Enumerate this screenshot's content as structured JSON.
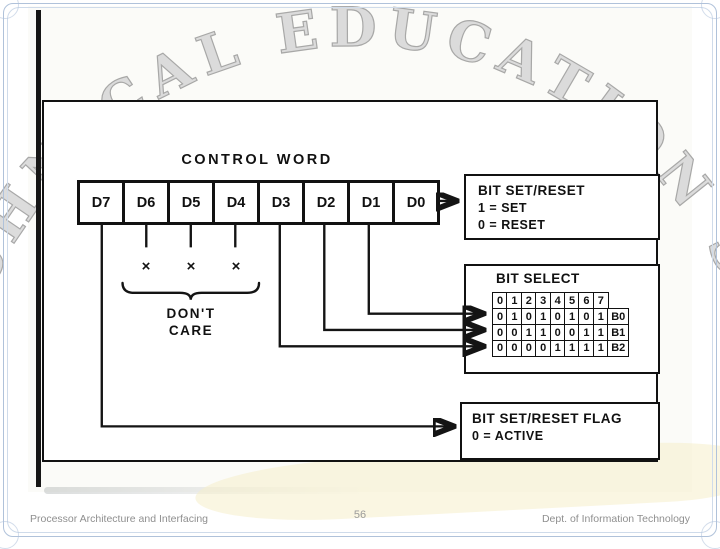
{
  "watermark": {
    "text": "TECHNICAL EDUCATION SOCIETY"
  },
  "diagram": {
    "title": "CONTROL WORD",
    "bits": [
      "D7",
      "D6",
      "D5",
      "D4",
      "D3",
      "D2",
      "D1",
      "D0"
    ],
    "dont_care": {
      "marks": [
        "×",
        "×",
        "×"
      ],
      "line1": "DON'T",
      "line2": "CARE"
    },
    "set_reset_box": {
      "title": "BIT SET/RESET",
      "line1": "1 = SET",
      "line2": "0 = RESET"
    },
    "bit_select_box": {
      "title": "BIT SELECT",
      "header": [
        "0",
        "1",
        "2",
        "3",
        "4",
        "5",
        "6",
        "7"
      ],
      "rows": [
        {
          "cells": [
            "0",
            "1",
            "0",
            "1",
            "0",
            "1",
            "0",
            "1"
          ],
          "label": "B0"
        },
        {
          "cells": [
            "0",
            "0",
            "1",
            "1",
            "0",
            "0",
            "1",
            "1"
          ],
          "label": "B1"
        },
        {
          "cells": [
            "0",
            "0",
            "0",
            "0",
            "1",
            "1",
            "1",
            "1"
          ],
          "label": "B2"
        }
      ]
    },
    "flag_box": {
      "title": "BIT SET/RESET FLAG",
      "line1": "0 = ACTIVE"
    }
  },
  "footer": {
    "left": "Processor Architecture and Interfacing",
    "page": "56",
    "right": "Dept. of Information Technology"
  }
}
